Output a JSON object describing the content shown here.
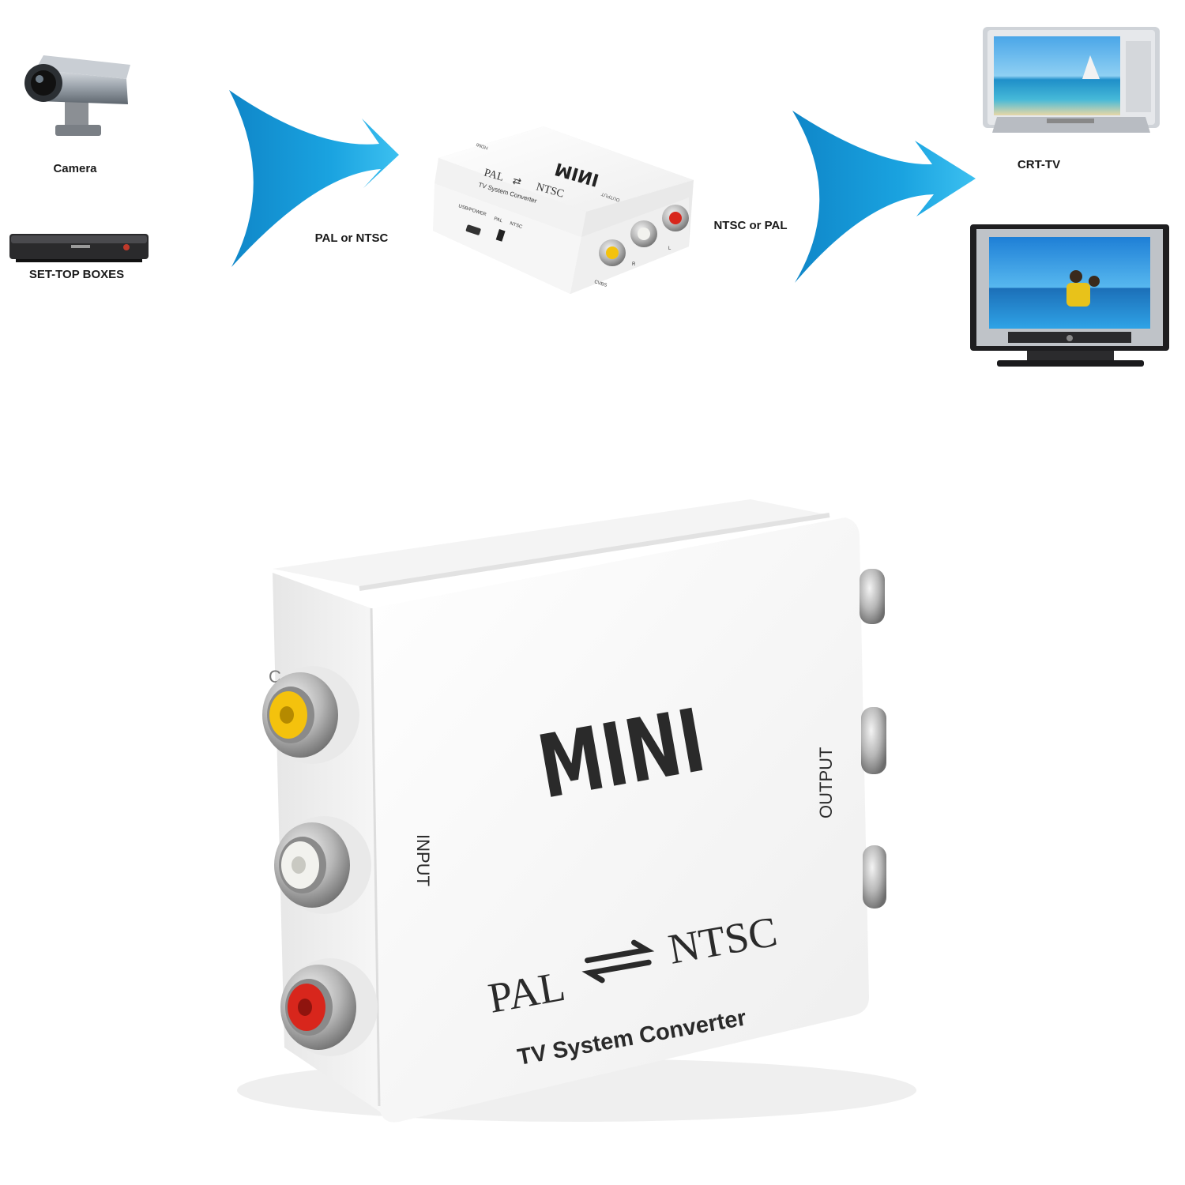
{
  "sources": {
    "camera_label": "Camera",
    "settop_label": "SET-TOP BOXES"
  },
  "flow": {
    "input_signal": "PAL or NTSC",
    "output_signal": "NTSC or PAL"
  },
  "targets": {
    "crt_label": "CRT-TV"
  },
  "small_device": {
    "logo": "MINI",
    "pal": "PAL",
    "ntsc": "NTSC",
    "subtitle": "TV System Converter",
    "usb_label": "USB/POWER",
    "switch_pal": "PAL",
    "switch_ntsc": "NTSC",
    "output_label": "OUTPUT",
    "hdmi_label": "HDMI",
    "cvbs": "CVBS",
    "r": "R",
    "l": "L"
  },
  "large_device": {
    "logo": "MINI",
    "pal": "PAL",
    "ntsc": "NTSC",
    "subtitle": "TV System Converter",
    "input_label": "INPUT",
    "output_label": "OUTPUT",
    "corner_mark": "C"
  },
  "colors": {
    "arrow_blue": "#1aa3e0",
    "rca_yellow": "#f4c20d",
    "rca_red": "#d8261c",
    "rca_white": "#f2f2ee",
    "device_white": "#fbfbfb"
  },
  "icons": [
    "camera-icon",
    "settop-box-icon",
    "crt-tv-icon",
    "lcd-tv-icon",
    "flow-arrow-icon"
  ]
}
